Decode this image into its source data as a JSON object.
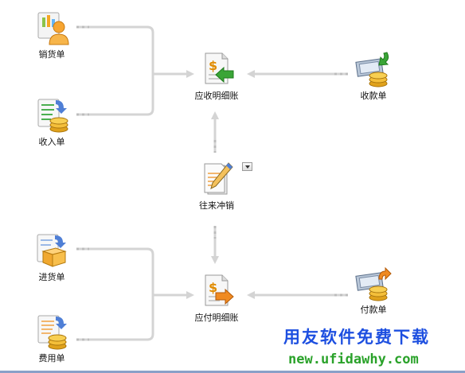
{
  "nodes": {
    "sales_order": "销货单",
    "income_order": "收入单",
    "receivable_detail": "应收明细账",
    "receipt_order": "收款单",
    "write_off": "往来冲销",
    "purchase_order": "进货单",
    "expense_order": "费用单",
    "payable_detail": "应付明细账",
    "payment_order": "付款单"
  },
  "watermark": {
    "line1": "用友软件免费下载",
    "line2": "new.ufidawhy.com"
  },
  "colors": {
    "connector": "#d4d4d4",
    "watermark_blue": "#1d4fe0",
    "watermark_green": "#2aa22a"
  },
  "icons": {
    "sales_order": "user-document-icon",
    "income_order": "coins-list-icon",
    "receivable_detail": "dollar-doc-green-arrow-icon",
    "receipt_order": "money-coins-green-arrow-icon",
    "write_off": "doc-pen-icon",
    "purchase_order": "box-document-icon",
    "expense_order": "coins-doc-icon",
    "payable_detail": "dollar-doc-orange-arrow-icon",
    "payment_order": "money-coins-orange-arrow-icon"
  }
}
